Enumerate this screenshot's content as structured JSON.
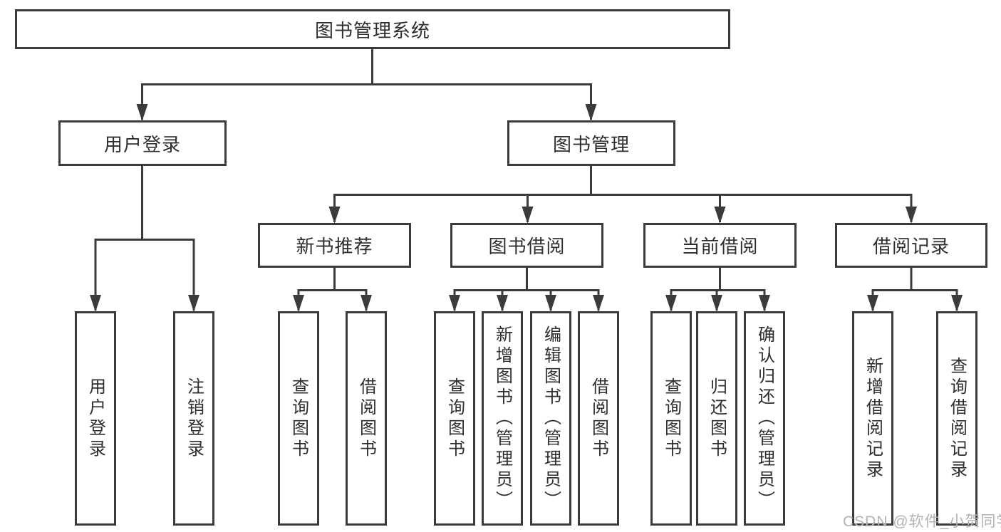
{
  "diagram": {
    "title": "图书管理系统",
    "type": "functional-structure-tree",
    "structure": {
      "root": "图书管理系统",
      "children": [
        {
          "label": "用户登录",
          "children": [
            "用户登录",
            "注销登录"
          ]
        },
        {
          "label": "图书管理",
          "children": [
            {
              "label": "新书推荐",
              "children": [
                "查询图书",
                "借阅图书"
              ]
            },
            {
              "label": "图书借阅",
              "children": [
                "查询图书",
                "新增图书（管理员）",
                "编辑图书（管理员）",
                "借阅图书"
              ]
            },
            {
              "label": "当前借阅",
              "children": [
                "查询图书",
                "归还图书",
                "确认归还（管理员）"
              ]
            },
            {
              "label": "借阅记录",
              "children": [
                "新增借阅记录",
                "查询借阅记录"
              ]
            }
          ]
        }
      ]
    },
    "colors": {
      "line": "#3b3b3b",
      "text": "#2e2e2e",
      "background": "#ffffff",
      "watermark": "#b3b3b3"
    }
  },
  "nodes": {
    "root": "图书管理系统",
    "user_login": "用户登录",
    "book_mgmt": "图书管理",
    "new_book_rec": "新书推荐",
    "book_borrow": "图书借阅",
    "current_borrow": "当前借阅",
    "borrow_record": "借阅记录",
    "ul_login": "用户登录",
    "ul_logout": "注销登录",
    "nbr_query": "查询图书",
    "nbr_borrow": "借阅图书",
    "bb_query": "查询图书",
    "bb_add": "新增图书（管理员）",
    "bb_edit": "编辑图书（管理员）",
    "bb_borrow": "借阅图书",
    "cb_query": "查询图书",
    "cb_return": "归还图书",
    "cb_confirm": "确认归还（管理员）",
    "br_add": "新增借阅记录",
    "br_query": "查询借阅记录"
  },
  "watermark": "CSDN @软件_小贺同学"
}
